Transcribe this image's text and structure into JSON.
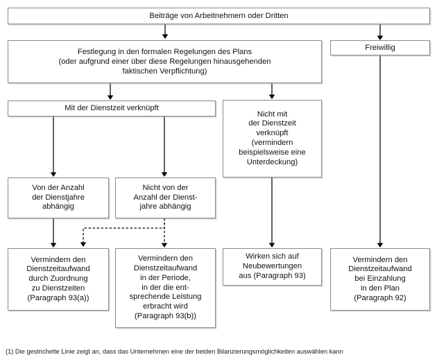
{
  "diagram": {
    "title": "Beitraege von Arbeitnehmern oder Dritten (Flussdiagramm)",
    "nodes": {
      "top": "Beiträge von Arbeitnehmern oder Dritten",
      "formal": "Festlegung in den formalen Regelungen des Plans\n(oder aufgrund einer über diese Regelungen hinausgehenden\nfaktischen Verpflichtung)",
      "voluntary": "Freiwillig",
      "linked": "Mit der Dienstzeit verknüpft",
      "not_linked": "Nicht mit\nder Dienstzeit\nverknüpft\n(vermindern\nbeispielsweise eine\nUnterdeckung)",
      "dependent": "Von der Anzahl\nder Dienstjahre\nabhängig",
      "not_dependent": "Nicht von der\nAnzahl der Dienst-\njahre abhängig",
      "outcome_1": "Vermindern den\nDienstzeitaufwand\ndurch Zuordnung\nzu Dienstzeiten\n(Paragraph 93(a))",
      "outcome_2": "Vermindern den\nDienstzeitaufwand\nin der Periode,\nin der die ent-\nsprechende Leistung\nerbracht wird\n(Paragraph 93(b))",
      "outcome_3": "Wirken sich auf\nNeubewertungen\naus (Paragraph 93)",
      "outcome_4": "Vermindern den\nDienstzeitaufwand\nbei Einzahlung\nin den Plan\n(Paragraph 92)"
    },
    "footnote": "(1) Die gestrichelte Linie zeigt an, dass das Unternehmen eine der beiden Bilanzierungsmöglichkeiten auswählen kann",
    "colors": {
      "box_border": "#8a8a8a",
      "box_fill": "#ffffff",
      "connector": "#000000",
      "text": "#111111"
    },
    "connectors": [
      {
        "name": "top-to-formal",
        "style": "solid",
        "from": "top",
        "to": "formal"
      },
      {
        "name": "top-to-voluntary",
        "style": "solid",
        "from": "top",
        "to": "voluntary"
      },
      {
        "name": "formal-to-linked",
        "style": "solid",
        "from": "formal",
        "to": "linked"
      },
      {
        "name": "formal-to-not-linked",
        "style": "solid",
        "from": "formal",
        "to": "not_linked"
      },
      {
        "name": "linked-to-dependent",
        "style": "solid",
        "from": "linked",
        "to": "dependent"
      },
      {
        "name": "linked-to-not-dependent",
        "style": "solid",
        "from": "linked",
        "to": "not_dependent"
      },
      {
        "name": "dependent-to-outcome-1",
        "style": "solid",
        "from": "dependent",
        "to": "outcome_1"
      },
      {
        "name": "not-dependent-to-outcome-2",
        "style": "dashed",
        "from": "not_dependent",
        "to": "outcome_2"
      },
      {
        "name": "not-dependent-to-outcome-1",
        "style": "dashed",
        "from": "not_dependent",
        "to": "outcome_1"
      },
      {
        "name": "not-linked-to-outcome-3",
        "style": "solid",
        "from": "not_linked",
        "to": "outcome_3"
      },
      {
        "name": "voluntary-to-outcome-4",
        "style": "solid",
        "from": "voluntary",
        "to": "outcome_4"
      }
    ]
  }
}
